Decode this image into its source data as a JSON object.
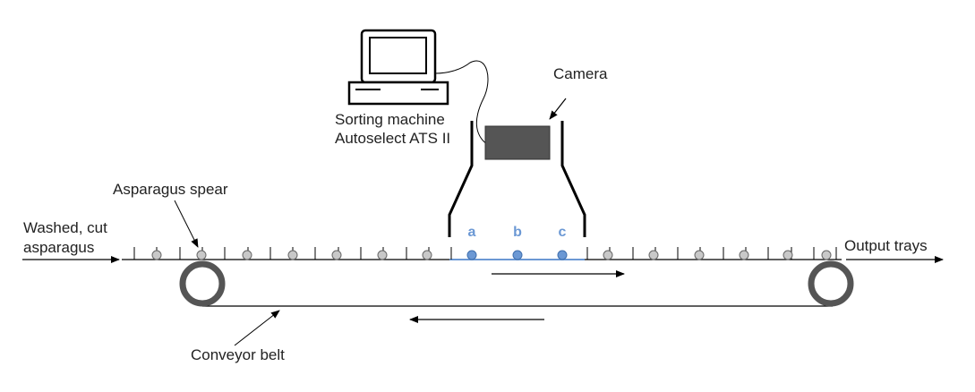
{
  "labels": {
    "input": [
      "Washed, cut",
      "asparagus"
    ],
    "spear": "Asparagus spear",
    "machine": [
      "Sorting machine",
      "Autoselect ATS II"
    ],
    "camera": "Camera",
    "output": "Output trays",
    "belt": "Conveyor belt",
    "positions": [
      "a",
      "b",
      "c"
    ]
  },
  "colors": {
    "highlight": "#6b98d4",
    "spear_fill": "#c8c8c8",
    "roller": "#555555",
    "camera_box": "#555555",
    "line": "#000000"
  },
  "icons": {
    "computer": "computer-icon",
    "camera": "camera-box",
    "roller": "roller-icon"
  }
}
